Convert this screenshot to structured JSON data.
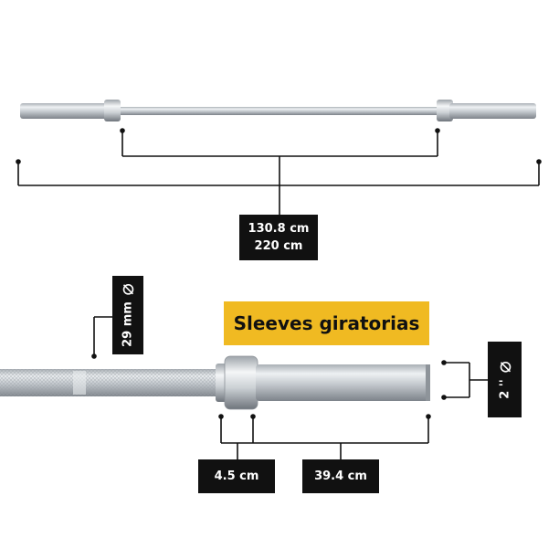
{
  "top_dimensions": {
    "sleeve_span": "130.8 cm",
    "total_length": "220 cm"
  },
  "title": "Sleeves giratorias",
  "shaft_diameter": "29 mm",
  "sleeve_diameter": "2 ''",
  "sleeve_dimensions": {
    "collar_width": "4.5 cm",
    "sleeve_length": "39.4 cm"
  },
  "icons": {
    "diameter_symbol": "diameter-icon"
  },
  "colors": {
    "label_bg": "#111111",
    "label_text": "#ffffff",
    "title_bg": "#f0ba22",
    "steel_light": "#e6e9ec",
    "steel_dark": "#8a9096"
  }
}
